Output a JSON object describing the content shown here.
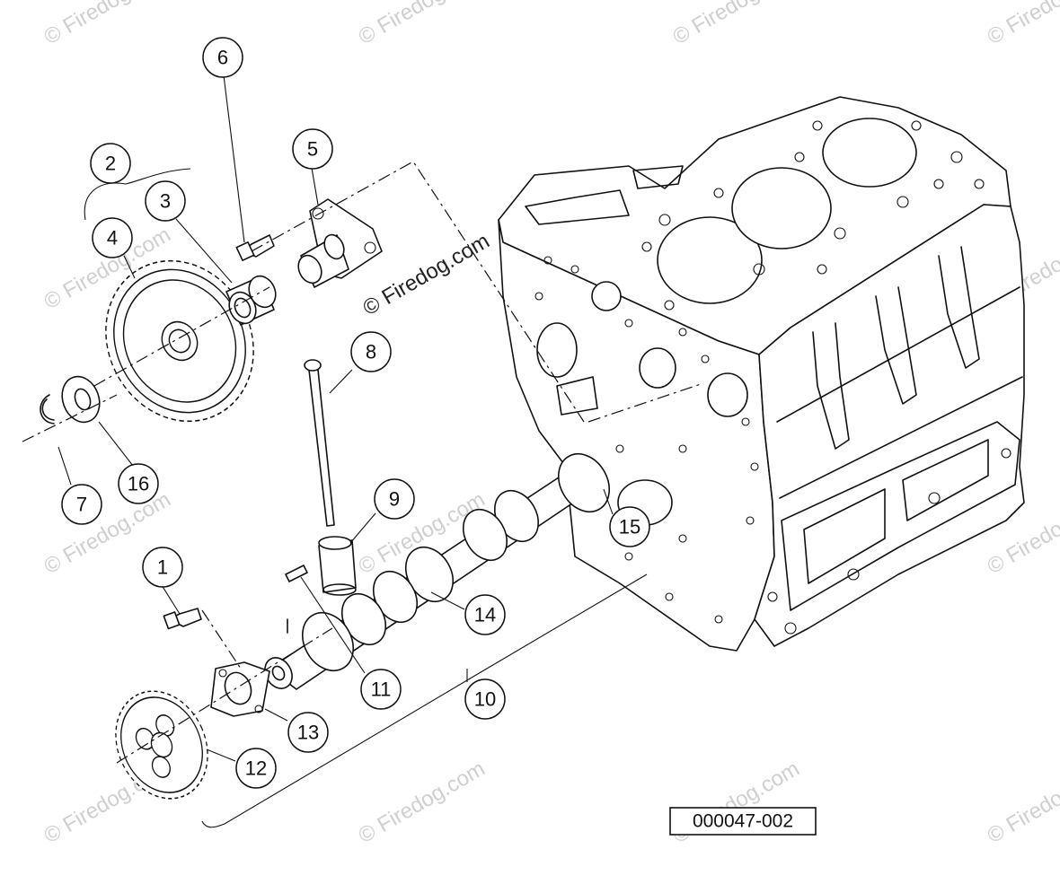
{
  "watermark": {
    "text": "© Firedog.com",
    "main_text": "© Firedog.com"
  },
  "reference_code": "000047-002",
  "callouts": [
    {
      "number": "1"
    },
    {
      "number": "2"
    },
    {
      "number": "3"
    },
    {
      "number": "4"
    },
    {
      "number": "5"
    },
    {
      "number": "6"
    },
    {
      "number": "7"
    },
    {
      "number": "8"
    },
    {
      "number": "9"
    },
    {
      "number": "10"
    },
    {
      "number": "11"
    },
    {
      "number": "12"
    },
    {
      "number": "13"
    },
    {
      "number": "14"
    },
    {
      "number": "15"
    },
    {
      "number": "16"
    }
  ],
  "colors": {
    "line": "#111111",
    "watermark": "#cfcfcf",
    "background": "#ffffff"
  }
}
